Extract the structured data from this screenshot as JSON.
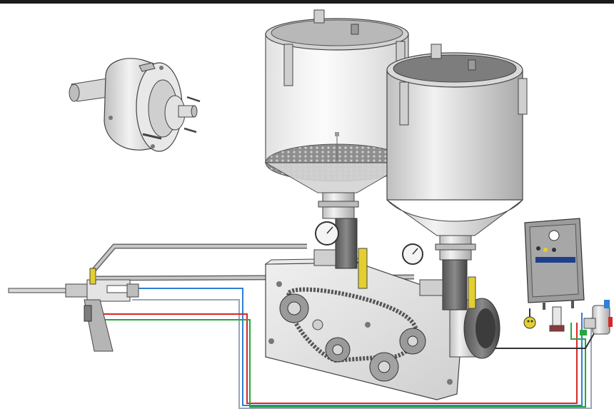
{
  "figure": {
    "background": "#ffffff",
    "frame_color": "#1a1a1a",
    "components": [
      {
        "name": "rotary-pump-coupling",
        "icon": "pump-coupling-icon"
      },
      {
        "name": "transparent-hopper",
        "icon": "hopper-icon"
      },
      {
        "name": "opaque-hopper",
        "icon": "hopper-icon"
      },
      {
        "name": "pressure-gauge",
        "icon": "gauge-icon"
      },
      {
        "name": "control-box",
        "icon": "control-panel-icon"
      },
      {
        "name": "dispense-gun",
        "icon": "gun-icon"
      },
      {
        "name": "chain-drive-plate",
        "icon": "sprocket-icon"
      },
      {
        "name": "drive-motor",
        "icon": "motor-icon"
      },
      {
        "name": "solenoid-valve",
        "icon": "valve-icon"
      },
      {
        "name": "foot-switch",
        "icon": "switch-icon"
      }
    ],
    "lines": {
      "air_hose_color": "#b8b8b8",
      "blue_line_color": "#2f7fd6",
      "red_line_color": "#d62828",
      "green_line_color": "#25a83a",
      "cable_color": "#333333"
    },
    "accent_yellow": "#e3cf2f"
  }
}
